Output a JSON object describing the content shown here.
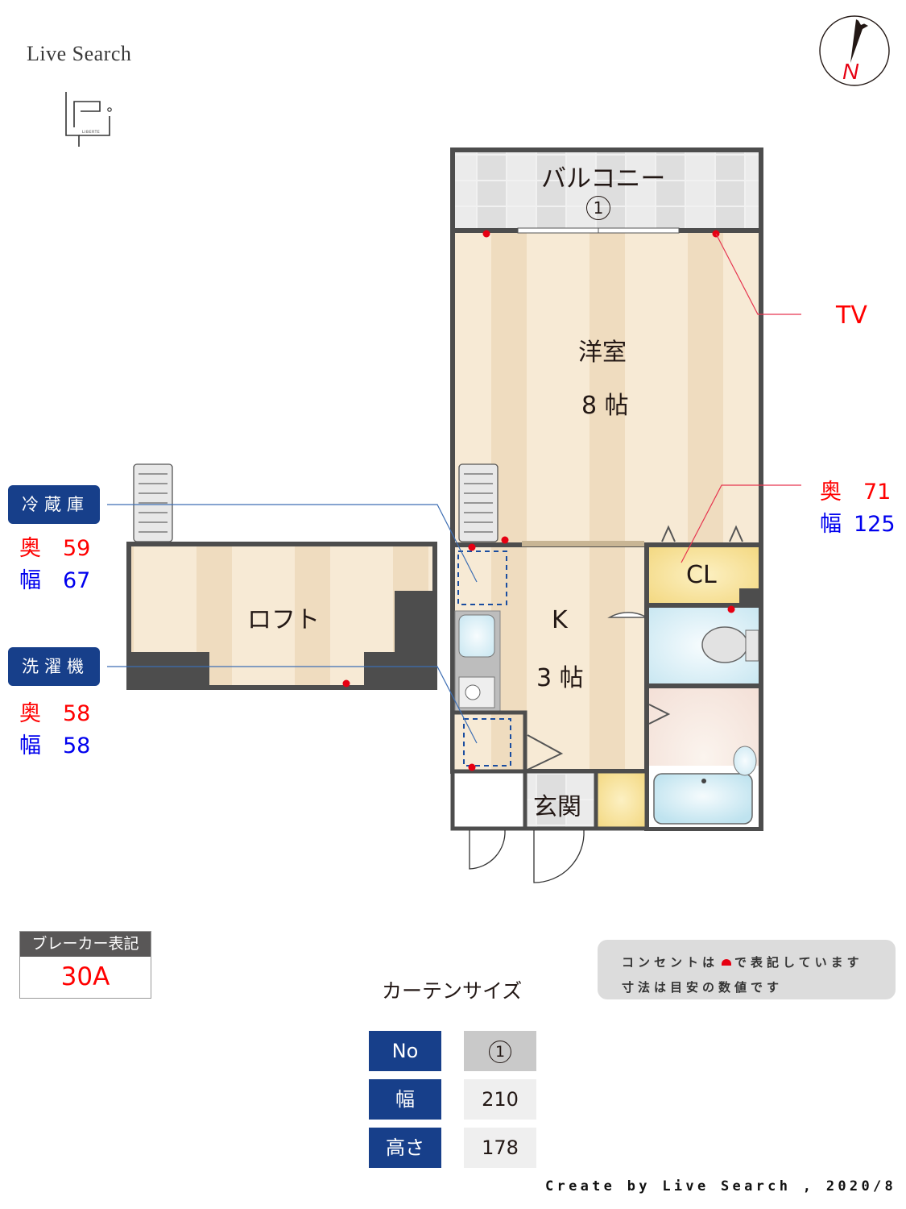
{
  "header": {
    "brand": "Live Search",
    "logo_text": "LIBERTE",
    "compass_label": "N"
  },
  "rooms": {
    "balcony": {
      "label": "バルコニー",
      "curtain_no": "1"
    },
    "western_room": {
      "label": "洋室",
      "size": "8 帖"
    },
    "kitchen": {
      "label": "K",
      "size": "3 帖"
    },
    "loft": {
      "label": "ロフト"
    },
    "closet": {
      "label": "CL"
    },
    "entrance": {
      "label": "玄関"
    }
  },
  "annotations": {
    "tv": "TV",
    "closet_dims": {
      "depth_label": "奥",
      "depth": "71",
      "width_label": "幅",
      "width": "125"
    },
    "fridge": {
      "label": "冷蔵庫",
      "depth_label": "奥",
      "depth": "59",
      "width_label": "幅",
      "width": "67"
    },
    "washer": {
      "label": "洗濯機",
      "depth_label": "奥",
      "depth": "58",
      "width_label": "幅",
      "width": "58"
    }
  },
  "breaker": {
    "title": "ブレーカー表記",
    "value": "30A"
  },
  "legend_note": {
    "line1_before": "コンセントは",
    "line1_after": "で表記しています",
    "line2": "寸法は目安の数値です"
  },
  "curtain_table": {
    "title": "カーテンサイズ",
    "rows": [
      {
        "key": "No",
        "value": "1"
      },
      {
        "key": "幅",
        "value": "210"
      },
      {
        "key": "高さ",
        "value": "178"
      }
    ]
  },
  "footer": {
    "credit": "Create by Live Search , 2020/8"
  },
  "colors": {
    "wall": "#4d4d4d",
    "floor_light": "#f7ead5",
    "floor_dark": "#efdcbf",
    "outlet": "#e60012",
    "tag_blue": "#173f8a",
    "closet": "#f6dc8e",
    "bath_blue": "#cfeaf3"
  }
}
